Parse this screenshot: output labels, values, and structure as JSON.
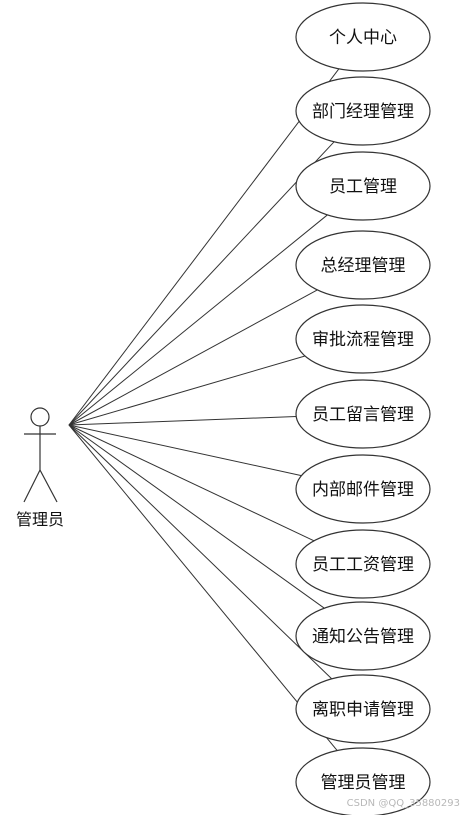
{
  "actor": {
    "label": "管理员"
  },
  "use_cases": [
    "个人中心",
    "部门经理管理",
    "员工管理",
    "总经理管理",
    "审批流程管理",
    "员工留言管理",
    "内部邮件管理",
    "员工工资管理",
    "通知公告管理",
    "离职申请管理",
    "管理员管理"
  ],
  "watermark": "CSDN @QQ_35880293"
}
